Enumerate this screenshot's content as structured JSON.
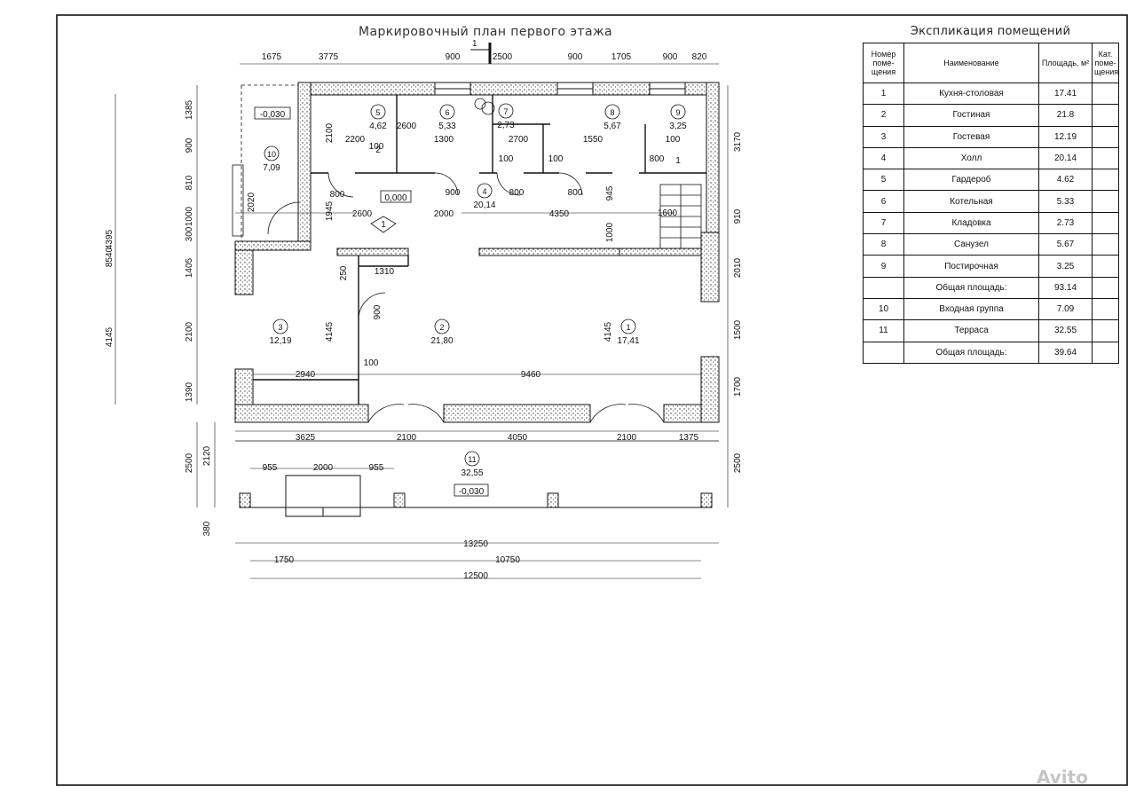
{
  "drawing": {
    "title": "Маркировочный план первого этажа",
    "section_mark": "1",
    "top_dims": [
      "1675",
      "3775",
      "900",
      "2500",
      "900",
      "1705",
      "900",
      "820"
    ],
    "left_dims_outer": [
      "4395",
      "8540",
      "4145"
    ],
    "left_dims_inner": [
      "1385",
      "900",
      "810",
      "1000",
      "300",
      "1405",
      "2100",
      "1390"
    ],
    "right_dims": [
      "3170",
      "910",
      "2010",
      "1500",
      "1700",
      "2500"
    ],
    "bottom_dims": [
      "3625",
      "2100",
      "4050",
      "2100",
      "1375"
    ],
    "terrace_dims": [
      "955",
      "2000",
      "955"
    ],
    "terrace_left_dims": [
      "2500",
      "2120",
      "380"
    ],
    "overall_dims": [
      "13250",
      "1750",
      "10750",
      "12500"
    ],
    "inner_dims": [
      "2100",
      "2200",
      "100",
      "2600",
      "1300",
      "2700",
      "1550",
      "100",
      "100",
      "100",
      "800",
      "800",
      "900",
      "800",
      "800",
      "945",
      "1945",
      "2600",
      "2000",
      "4350",
      "1600",
      "1000",
      "2020",
      "250",
      "1310",
      "900",
      "4145",
      "4145",
      "100",
      "2940",
      "9460"
    ],
    "levels": [
      "-0,030",
      "0,000",
      "-0,030"
    ],
    "axis_marks": [
      "2",
      "1",
      "1"
    ],
    "rooms": [
      {
        "num": "5",
        "area": "4,62"
      },
      {
        "num": "6",
        "area": "5,33"
      },
      {
        "num": "7",
        "area": "2,73"
      },
      {
        "num": "8",
        "area": "5,67"
      },
      {
        "num": "9",
        "area": "3,25"
      },
      {
        "num": "10",
        "area": "7,09"
      },
      {
        "num": "4",
        "area": "20,14"
      },
      {
        "num": "3",
        "area": "12,19"
      },
      {
        "num": "2",
        "area": "21,80"
      },
      {
        "num": "1",
        "area": "17,41"
      },
      {
        "num": "11",
        "area": "32,55"
      }
    ]
  },
  "explication": {
    "title": "Экспликация помещений",
    "headers": [
      "Номер поме- щения",
      "Наименование",
      "Площадь, м²",
      "Кат. поме- щения"
    ],
    "rows": [
      {
        "num": "1",
        "name": "Кухня-столовая",
        "area": "17.41"
      },
      {
        "num": "2",
        "name": "Гостиная",
        "area": "21.8"
      },
      {
        "num": "3",
        "name": "Гостевая",
        "area": "12.19"
      },
      {
        "num": "4",
        "name": "Холл",
        "area": "20.14"
      },
      {
        "num": "5",
        "name": "Гардероб",
        "area": "4.62"
      },
      {
        "num": "6",
        "name": "Котельная",
        "area": "5.33"
      },
      {
        "num": "7",
        "name": "Кладовка",
        "area": "2.73"
      },
      {
        "num": "8",
        "name": "Санузел",
        "area": "5.67"
      },
      {
        "num": "9",
        "name": "Постирочная",
        "area": "3.25"
      },
      {
        "num": "",
        "name": "Общая площадь:",
        "area": "93.14"
      },
      {
        "num": "10",
        "name": "Входная группа",
        "area": "7.09"
      },
      {
        "num": "11",
        "name": "Терраса",
        "area": "32.55"
      },
      {
        "num": "",
        "name": "Общая площадь:",
        "area": "39.64"
      }
    ]
  },
  "watermark": "Avito"
}
